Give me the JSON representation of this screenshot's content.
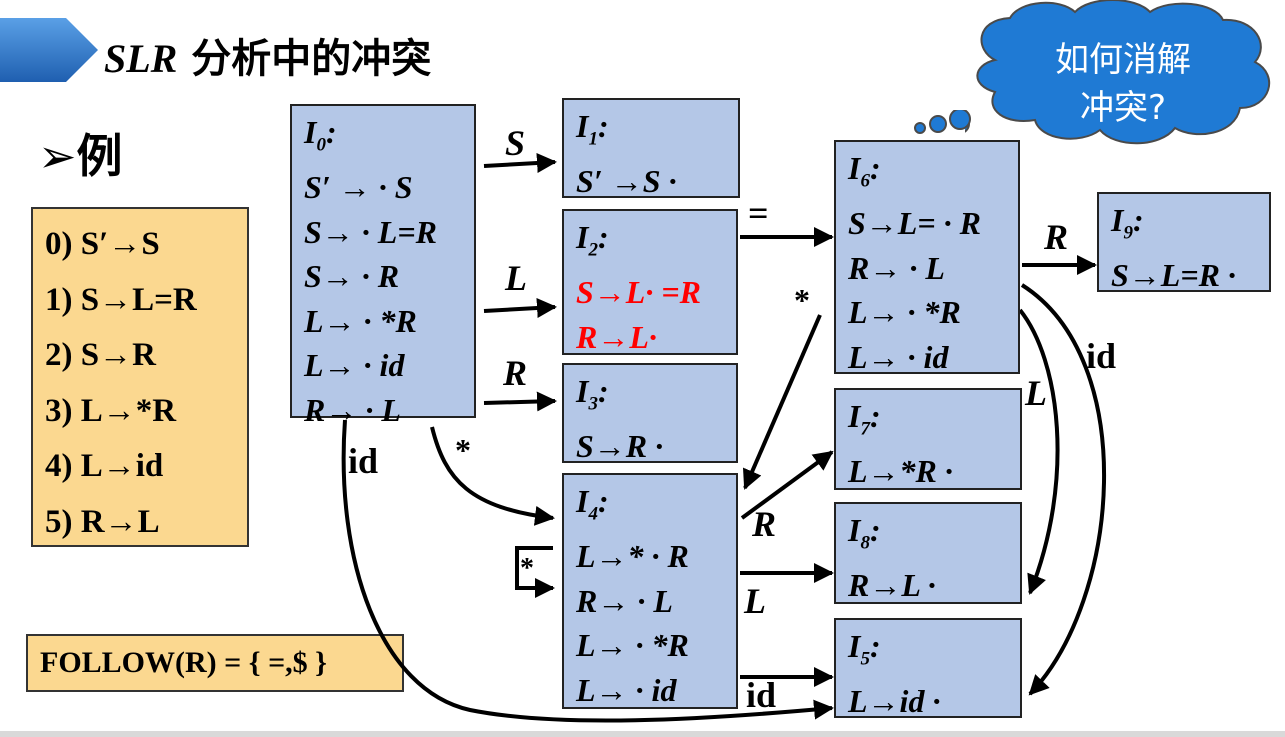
{
  "title": {
    "prefix": "SLR",
    "rest": " 分析中的冲突"
  },
  "example_label": "➢例",
  "grammar": [
    "0) S′→S",
    "1) S→L=R",
    "2) S→R",
    "3) L→*R",
    "4) L→id",
    "5) R→L"
  ],
  "follow": "FOLLOW(R) = { =,$ }",
  "cloud_text": [
    "如何消解",
    "冲突?"
  ],
  "states": [
    {
      "id": "I0",
      "name": "I",
      "sub": "0",
      "items": [
        "S′ → · S",
        "S→ · L=R",
        "S→ · R",
        "L→ · *R",
        "L→ · id",
        "R→ · L"
      ]
    },
    {
      "id": "I1",
      "name": "I",
      "sub": "1",
      "items": [
        "S′ →S ·"
      ]
    },
    {
      "id": "I2",
      "name": "I",
      "sub": "2",
      "items": [
        "S→L· =R",
        "R→L·"
      ],
      "conflict": true
    },
    {
      "id": "I3",
      "name": "I",
      "sub": "3",
      "items": [
        "S→R ·"
      ]
    },
    {
      "id": "I4",
      "name": "I",
      "sub": "4",
      "items": [
        "L→* · R",
        "R→ · L",
        "L→ · *R",
        "L→ · id"
      ]
    },
    {
      "id": "I5",
      "name": "I",
      "sub": "5",
      "items": [
        "L→id ·"
      ]
    },
    {
      "id": "I6",
      "name": "I",
      "sub": "6",
      "items": [
        "S→L= · R",
        "R→ · L",
        "L→ · *R",
        "L→ · id"
      ]
    },
    {
      "id": "I7",
      "name": "I",
      "sub": "7",
      "items": [
        "L→*R ·"
      ]
    },
    {
      "id": "I8",
      "name": "I",
      "sub": "8",
      "items": [
        "R→L ·"
      ]
    },
    {
      "id": "I9",
      "name": "I",
      "sub": "9",
      "items": [
        "S→L=R ·"
      ]
    }
  ],
  "edge_labels": {
    "i0_s": "S",
    "i0_l": "L",
    "i0_r": "R",
    "i0_star": "*",
    "i0_id": "id",
    "i2_eq": "=",
    "i4_r": "R",
    "i4_l": "L",
    "i4_id": "id",
    "i4_star": "*",
    "i6_r": "R",
    "i6_star": "*",
    "i6_l": "L",
    "i6_id": "id"
  },
  "colors": {
    "state_fill": "#b4c7e7",
    "grammar_fill": "#fbd890",
    "conflict": "#ff0000",
    "title_bar": "#2e75b6",
    "cloud": "#1f7ad4"
  }
}
